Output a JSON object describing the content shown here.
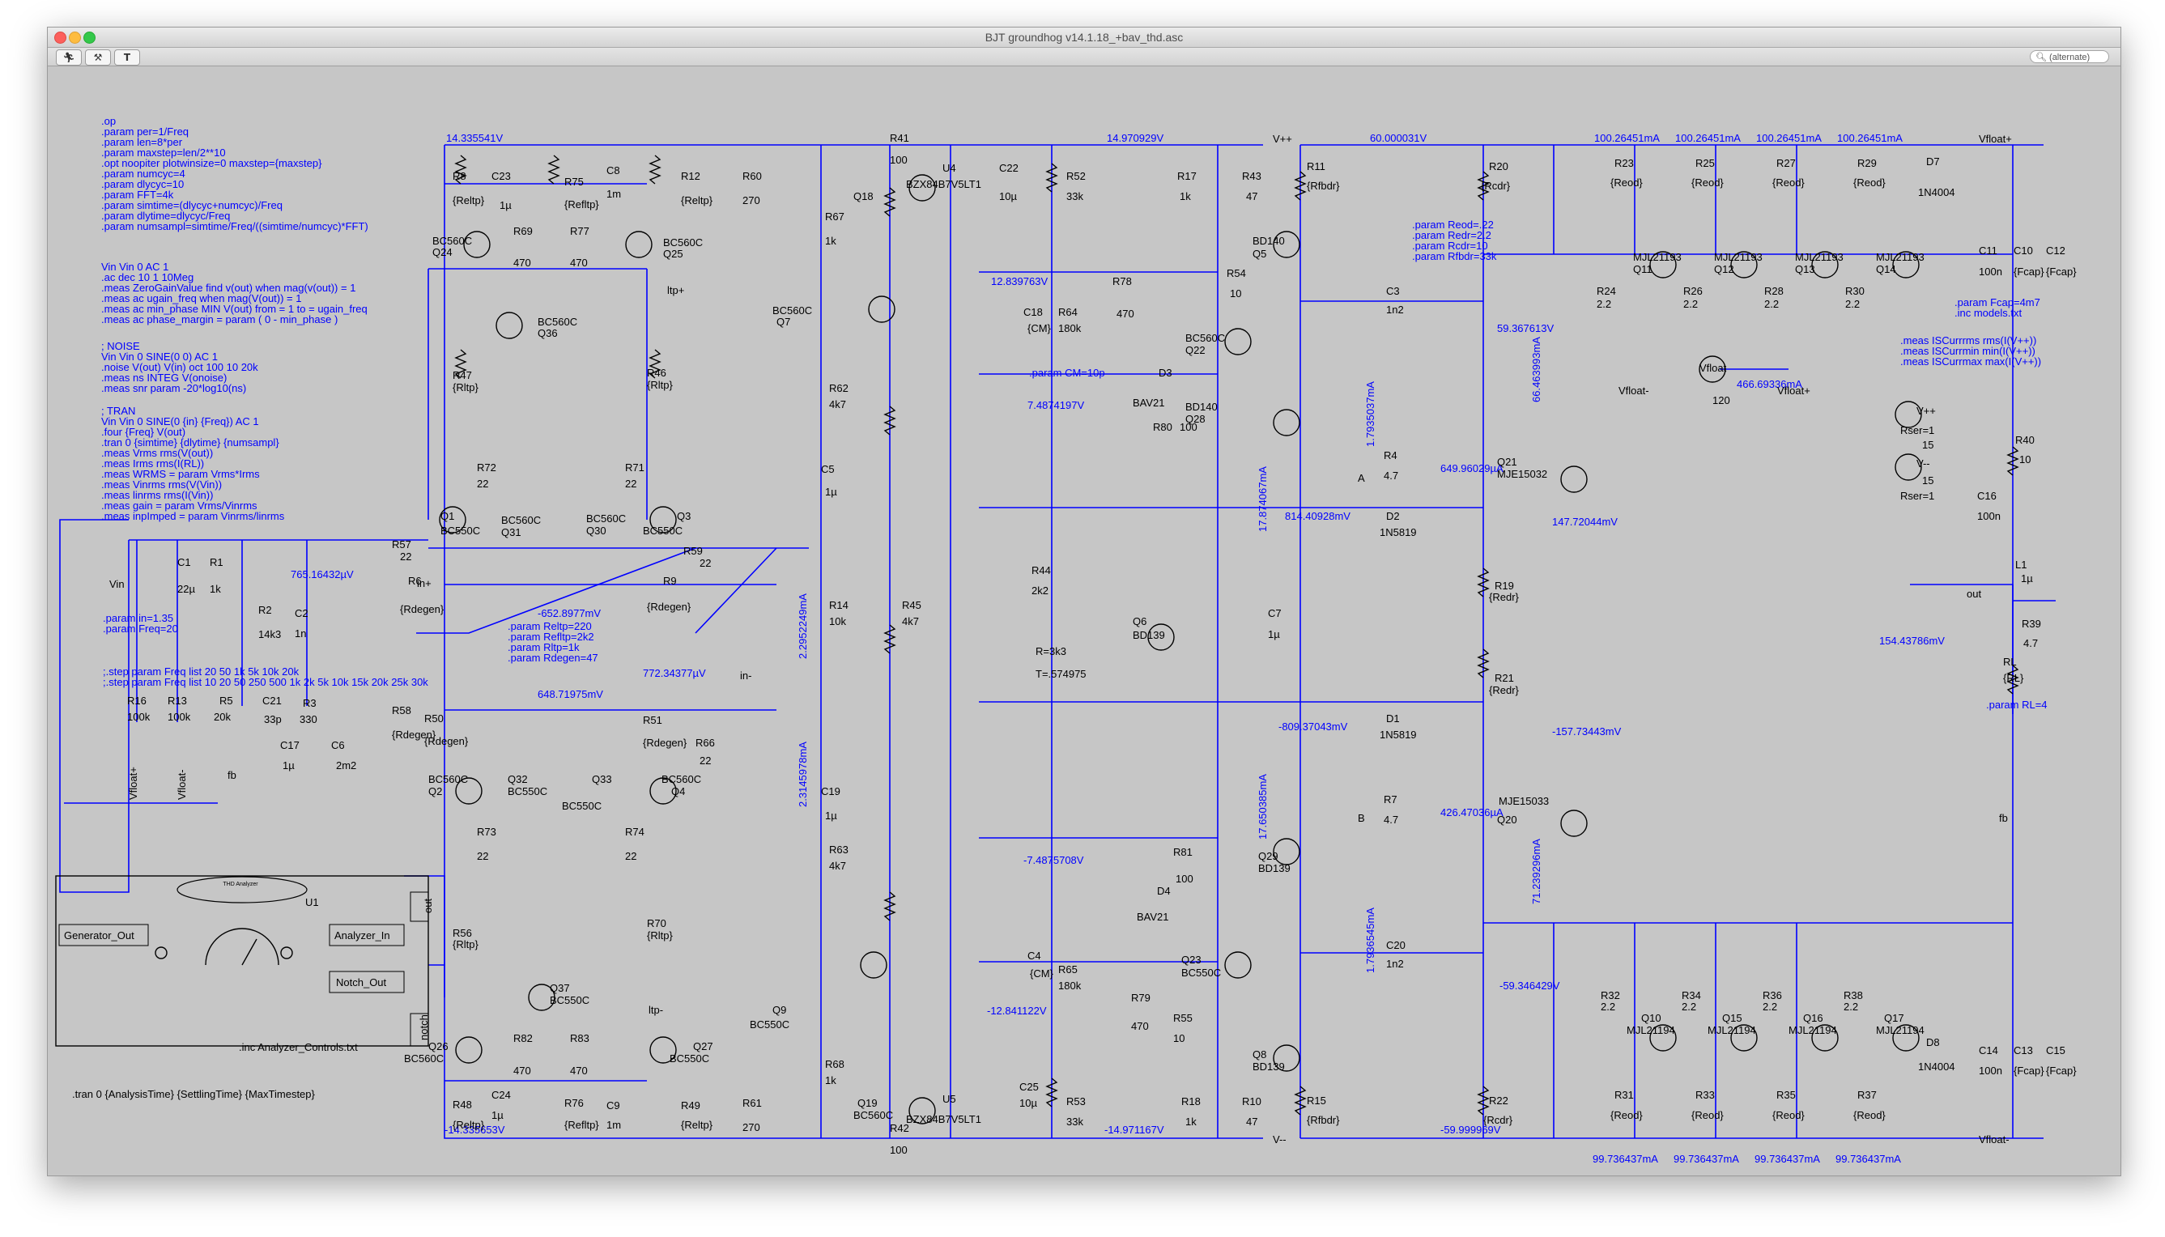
{
  "window": {
    "title": "BJT groundhog v14.1.18_+bav_thd.asc",
    "search_placeholder": "(alternate)"
  },
  "toolbar": {
    "run_icon": "running-man-icon",
    "probe_icon": "hammer-icon",
    "text_icon": "text-T-icon"
  },
  "directives": {
    "main": [
      ".op",
      ".param per=1/Freq",
      ".param len=8*per",
      ".param maxstep=len/2**10",
      ".opt noopiter plotwinsize=0 maxstep={maxstep}",
      ".param numcyc=4",
      ".param dlycyc=10",
      ".param FFT=4k",
      ".param simtime=(dlycyc+numcyc)/Freq",
      ".param dlytime=dlycyc/Freq",
      ".param numsampl=simtime/Freq/((simtime/numcyc)*FFT)"
    ],
    "ac": [
      "Vin Vin 0 AC 1",
      ".ac dec 10 1 10Meg",
      ".meas ZeroGainValue find v(out) when mag(v(out)) = 1",
      ".meas ac ugain_freq when mag(V(out)) = 1",
      ".meas ac min_phase MIN V(out) from = 1 to = ugain_freq",
      ".meas ac phase_margin = param ( 0 - min_phase )"
    ],
    "noise": [
      "; NOISE",
      "Vin Vin 0 SINE(0 0) AC 1",
      ".noise V(out) V(in) oct 100 10 20k",
      ".meas ns INTEG V(onoise)",
      ".meas snr param -20*log10(ns)"
    ],
    "tran": [
      "; TRAN",
      "Vin Vin 0 SINE(0 {in} {Freq}) AC 1",
      ".four {Freq} V(out)",
      ".tran 0 {simtime} {dlytime} {numsampl}",
      ".meas Vrms rms(V(out))",
      ".meas Irms rms(I(RL))",
      ".meas WRMS = param Vrms*Irms",
      ".meas Vinrms rms(V(Vin))",
      ".meas linrms rms(I(Vin))",
      ".meas gain = param Vrms/Vinrms",
      ".meas inpImped = param Vinrms/linrms"
    ],
    "input_params": [
      ".param in=1.35",
      ".param Freq=20"
    ],
    "step": [
      ";.step param Freq list 20 50 1k 5k 10k 20k",
      ";.step param Freq list 10 20 50 250 500 1k 2k 5k 10k 15k 20k 25k 30k"
    ],
    "ltp_params": [
      ".param Reltp=220",
      ".param Refltp=2k2",
      ".param Rltp=1k",
      ".param Rdegen=47"
    ],
    "cm_param": ".param CM=10p",
    "output_params": [
      ".param Reod=.22",
      ".param Redr=2.2",
      ".param Rcdr=10",
      ".param Rfbdr=33k"
    ],
    "fcap": [
      ".param Fcap=4m7",
      ".inc models.txt"
    ],
    "supply_meas": [
      ".meas ISCurrrms rms(I(V++))",
      ".meas ISCurrmin min(I(V++))",
      ".meas ISCurrmax max(I(V++))"
    ],
    "rl_param": ".param RL=4",
    "analyzer_inc": ".inc Analyzer_Controls.txt",
    "analyzer_tran": ".tran 0 {AnalysisTime} {SettlingTime} {MaxTimestep}"
  },
  "voltages": {
    "v1": "14.335541V",
    "v2": "14.970929V",
    "v3": "12.839763V",
    "v4": "7.4874197V",
    "v5": "765.16432µV",
    "v6": "-652.8977mV",
    "v7": "772.34377µV",
    "v8": "648.71975mV",
    "v9": "-7.4875708V",
    "v10": "-12.841122V",
    "v11": "-14.335653V",
    "v12": "-14.971167V",
    "v13": "60.000031V",
    "v14": "59.367613V",
    "v15": "814.40928mV",
    "v16": "147.72044mV",
    "v17": "-809.37043mV",
    "v18": "-157.73443mV",
    "v19": "-59.346429V",
    "v20": "-59.999969V",
    "v21": "466.69336mA",
    "v22": "154.43786mV",
    "v23": "649.96029µA",
    "v24": "426.47036µA",
    "i_top": "100.26451mA",
    "i_bot": "99.736437mA",
    "i1": "2.2952249mA",
    "i2": "2.3145978mA",
    "i3": "17.874067mA",
    "i4": "17.650385mA",
    "i5": "1.7935037mA",
    "i6": "1.7936545mA",
    "i7": "66.463993mA",
    "i8": "71.239296mA"
  },
  "analyzer": {
    "title": "THD Analyzer",
    "ref": "U1",
    "gen": "Generator_Out",
    "ana": "Analyzer_In",
    "notch": "Notch_Out",
    "out": "out",
    "notchpin": "notch"
  },
  "nets": {
    "vin": "Vin",
    "fb": "fb",
    "vfp": "Vfloat+",
    "vfm": "Vfloat-",
    "vpp": "V++",
    "vmm": "V--",
    "inp": "in+",
    "inm": "in-",
    "ltp": "ltp+",
    "ltm": "ltp-",
    "out": "out",
    "a": "A",
    "b": "B"
  },
  "components": {
    "R8": "R8",
    "Reltp": "{Reltp}",
    "C23": "C23",
    "mu1": "1µ",
    "R75": "R75",
    "Refltp": "{Refltp}",
    "C8": "C8",
    "m1": "1m",
    "R12": "R12",
    "Q24": "Q24",
    "BC560C": "BC560C",
    "R69": "R69",
    "R77": "R77",
    "r470": "470",
    "Q25": "Q25",
    "Q36": "Q36",
    "R47": "R47",
    "Rltp": "{Rltp}",
    "R46": "R46",
    "R72": "R72",
    "r22": "22",
    "R71": "R71",
    "Q1": "Q1",
    "BC550C": "BC550C",
    "Q31": "Q31",
    "Q30": "Q30",
    "Q3": "Q3",
    "R57": "R57",
    "R6": "R6",
    "Rdegen": "{Rdegen}",
    "R59": "R59",
    "R9": "R9",
    "C1": "C1",
    "mu22": "22µ",
    "R1": "R1",
    "k1": "1k",
    "R2": "R2",
    "k14_3": "14k3",
    "C2": "C2",
    "n1": "1n",
    "R16": "R16",
    "k100": "100k",
    "R13": "R13",
    "R5": "R5",
    "k20": "20k",
    "C21": "C21",
    "p33": "33p",
    "R3": "R3",
    "r330": "330",
    "C17": "C17",
    "C6": "C6",
    "m2_2": "2m2",
    "R58": "R58",
    "R50": "R50",
    "R51": "R51",
    "R66": "R66",
    "Q2": "Q2",
    "Q32": "Q32",
    "Q33": "Q33",
    "Q4": "Q4",
    "R73": "R73",
    "R74": "R74",
    "R56": "R56",
    "R70": "R70",
    "Q37": "Q37",
    "Q26": "Q26",
    "Q27": "Q27",
    "R82": "R82",
    "R83": "R83",
    "R48": "R48",
    "C24": "C24",
    "R76": "R76",
    "C9": "C9",
    "R49": "R49",
    "R41": "R41",
    "r100": "100",
    "U4": "U4",
    "zener": "BZX84B7V5LT1",
    "C22": "C22",
    "mu10": "10µ",
    "R60": "R60",
    "r270": "270",
    "Q18": "Q18",
    "R67": "R67",
    "Q7": "Q7",
    "R62": "R62",
    "k4_7": "4k7",
    "C5": "C5",
    "R14": "R14",
    "k10": "10k",
    "R45": "R45",
    "C19": "C19",
    "R63": "R63",
    "Q9": "Q9",
    "R68": "R68",
    "Q19": "Q19",
    "R61": "R61",
    "R42": "R42",
    "U5": "U5",
    "C25": "C25",
    "R52": "R52",
    "k33": "33k",
    "R17": "R17",
    "R43": "R43",
    "r47": "47",
    "Q5": "Q5",
    "BD140": "BD140",
    "R54": "R54",
    "r10": "10",
    "C18": "C18",
    "CM": "{CM}",
    "R64": "R64",
    "k180": "180k",
    "R78": "R78",
    "Q22": "Q22",
    "D3": "D3",
    "BAV21": "BAV21",
    "R80": "R80",
    "Q28": "Q28",
    "R44": "R44",
    "k2_2": "2k2",
    "Q6": "Q6",
    "BD139": "BD139",
    "Rspec": "R=3k3",
    "Tspec": "T=.574975",
    "C7": "C7",
    "Q29": "Q29",
    "R81": "R81",
    "D4": "D4",
    "C4": "C4",
    "R65": "R65",
    "Q23": "Q23",
    "R79": "R79",
    "R55": "R55",
    "Q8": "Q8",
    "R53": "R53",
    "R18": "R18",
    "R10": "R10",
    "R11": "R11",
    "Rfbdr": "{Rfbdr}",
    "R20": "R20",
    "Rcdr": "{Rcdr}",
    "C3": "C3",
    "n1_2": "1n2",
    "R4": "R4",
    "r4_7": "4.7",
    "Q21": "Q21",
    "MJE15032": "MJE15032",
    "D2": "D2",
    "D1": "D1",
    "N5819": "1N5819",
    "R19": "R19",
    "Redr": "{Redr}",
    "R21": "R21",
    "R7": "R7",
    "Q20": "Q20",
    "MJE15033": "MJE15033",
    "C20": "C20",
    "R15": "R15",
    "R22": "R22",
    "Vfloat": "Vfloat",
    "r120": "120",
    "R23": "R23",
    "Reod": "{Reod}",
    "R25": "R25",
    "R27": "R27",
    "R29": "R29",
    "D7": "D7",
    "N4004": "1N4004",
    "MJL21193": "MJL21193",
    "Q11": "Q11",
    "Q12": "Q12",
    "Q13": "Q13",
    "Q14": "Q14",
    "R24": "R24",
    "R26": "R26",
    "R28": "R28",
    "R30": "R30",
    "r2_2": "2.2",
    "C11": "C11",
    "n100": "100n",
    "C10": "C10",
    "Fcap": "{Fcap}",
    "C12": "C12",
    "R32": "R32",
    "R34": "R34",
    "R36": "R36",
    "R38": "R38",
    "Q10": "Q10",
    "Q15": "Q15",
    "Q16": "Q16",
    "Q17": "Q17",
    "MJL21194": "MJL21194",
    "D8": "D8",
    "R31": "R31",
    "R33": "R33",
    "R35": "R35",
    "R37": "R37",
    "C14": "C14",
    "C13": "C13",
    "C15": "C15",
    "Vpp": "V++",
    "Vmm": "V--",
    "n15": "15",
    "Rser": "Rser=1",
    "R40": "R40",
    "C16": "C16",
    "L1": "L1",
    "R39": "R39",
    "RL": "RL",
    "RLv": "{RL}"
  }
}
